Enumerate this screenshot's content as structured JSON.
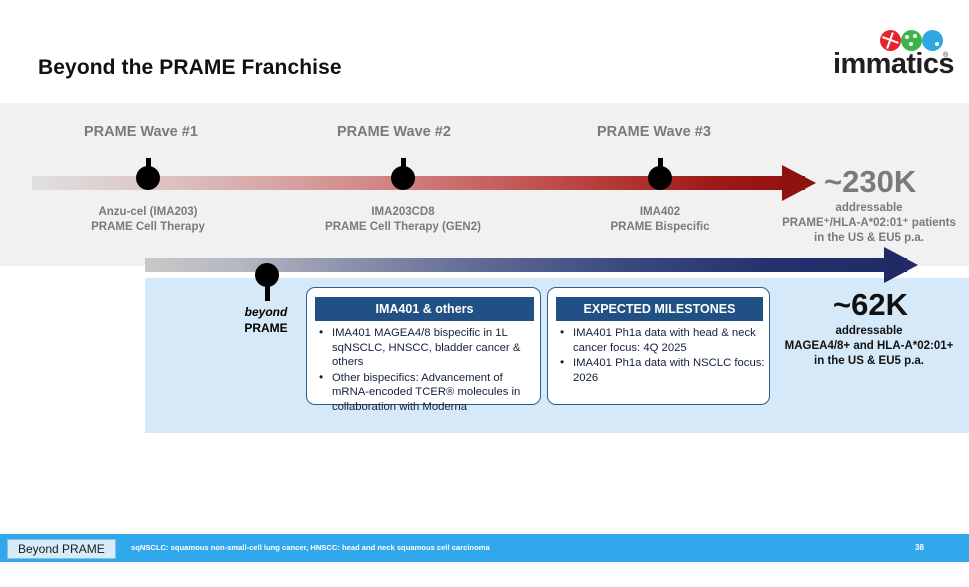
{
  "slide": {
    "title": "Beyond the PRAME Franchise",
    "logo": {
      "word": "immatics",
      "registered": "®"
    }
  },
  "prame_timeline": {
    "waves": [
      {
        "label": "PRAME Wave #1",
        "node_line1": "Anzu-cel (IMA203)",
        "node_line2": "PRAME Cell Therapy"
      },
      {
        "label": "PRAME Wave #2",
        "node_line1": "IMA203CD8",
        "node_line2": "PRAME Cell Therapy (GEN2)"
      },
      {
        "label": "PRAME Wave #3",
        "node_line1": "IMA402",
        "node_line2": "PRAME Bispecific"
      }
    ],
    "metric": {
      "value": "~230K",
      "line1": "addressable",
      "line2": "PRAME⁺/HLA-A*02:01⁺ patients",
      "line3": "in the US & EU5 p.a."
    }
  },
  "beyond_timeline": {
    "node_italic": "beyond",
    "node_plain": "PRAME",
    "metric": {
      "value": "~62K",
      "line1": "addressable",
      "line2": "MAGEA4/8+ and HLA-A*02:01+",
      "line3": "in the US & EU5 p.a."
    },
    "cards": [
      {
        "header": "IMA401 & others",
        "bullets": [
          "IMA401 MAGEA4/8 bispecific in 1L sqNSCLC, HNSCC, bladder cancer & others",
          "Other bispecifics: Advancement of mRNA-encoded TCER® molecules in collaboration with Moderna"
        ]
      },
      {
        "header": "EXPECTED MILESTONES",
        "bullets": [
          "IMA401 Ph1a data with head & neck cancer focus: 4Q 2025",
          "IMA401 Ph1a data with NSCLC focus: 2026"
        ]
      }
    ]
  },
  "footer": {
    "tag": "Beyond PRAME",
    "note": "sqNSCLC: squamous non-small-cell lung cancer, HNSCC: head and neck squamous cell carcinoma",
    "page": "38"
  },
  "colors": {
    "accent_blue": "#32a8ec",
    "card_header": "#215184",
    "panel_blue": "#d6e9f8",
    "panel_gray": "#f1f1f1",
    "arrow_red": "#8e1210",
    "arrow_navy": "#1f2a66",
    "muted_text": "#7a7a7a"
  }
}
